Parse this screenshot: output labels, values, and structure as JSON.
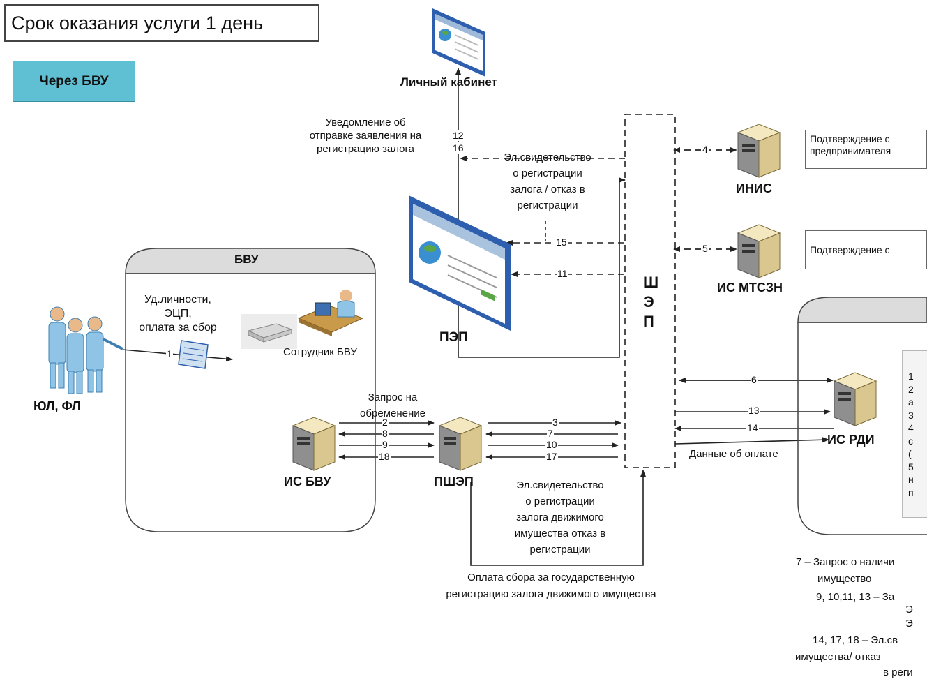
{
  "title": "Срок оказания услуги 1 день",
  "badge": "Через БВУ",
  "nodes": {
    "personal_cabinet": "Личный кабинет",
    "pep": "ПЭП",
    "shep": [
      "Ш",
      "Э",
      "П"
    ],
    "inis": "ИНИС",
    "is_mtszn": "ИС МТСЗН",
    "is_rdi": "ИС РДИ",
    "bvu_box": "БВУ",
    "is_bvu": "ИС БВУ",
    "pshep": "ПШЭП",
    "applicants": "ЮЛ, ФЛ",
    "bvu_employee": "Сотрудник БВУ"
  },
  "notes": {
    "inis_confirm": [
      "Подтверждение с",
      "предпринимателя"
    ],
    "mtszn_confirm": "Подтверждение с",
    "rdi_list": [
      "1",
      "2",
      "а",
      "3",
      "4",
      "с",
      "(",
      "5",
      "н",
      "п"
    ]
  },
  "labels": {
    "notification": [
      "Уведомление об",
      "отправке заявления на",
      "регистрацию залога"
    ],
    "el_cert_top": [
      "Эл.свидетельство",
      "о регистрации",
      "залога / отказ в",
      "регистрации"
    ],
    "identity": [
      "Уд.личности,",
      "ЭЦП,",
      "оплата за сбор"
    ],
    "request": [
      "Запрос на",
      "обременение"
    ],
    "el_cert_bottom": [
      "Эл.свидетельство",
      "о регистрации",
      "залога движимого",
      "имущества  отказ в",
      "регистрации"
    ],
    "payment": [
      "Оплата сбора за государственную",
      "регистрацию залога движимого имущества"
    ],
    "payment_data": "Данные об оплате"
  },
  "arrow_numbers": {
    "n12_16": [
      "12",
      "16"
    ],
    "n1": "1",
    "n2": "2",
    "n8": "8",
    "n9": "9",
    "n18": "18",
    "n3": "3",
    "n7": "7",
    "n10": "10",
    "n17": "17",
    "n4": "4",
    "n5": "5",
    "n6": "6",
    "n11": "11",
    "n13": "13",
    "n14": "14",
    "n15": "15"
  },
  "legend": [
    "7 – Запрос о наличи",
    "имущество",
    "9, 10,11, 13 – За",
    "Э",
    "Э",
    "14, 17, 18 – Эл.св",
    "имущества/ отказ",
    "в реги"
  ]
}
